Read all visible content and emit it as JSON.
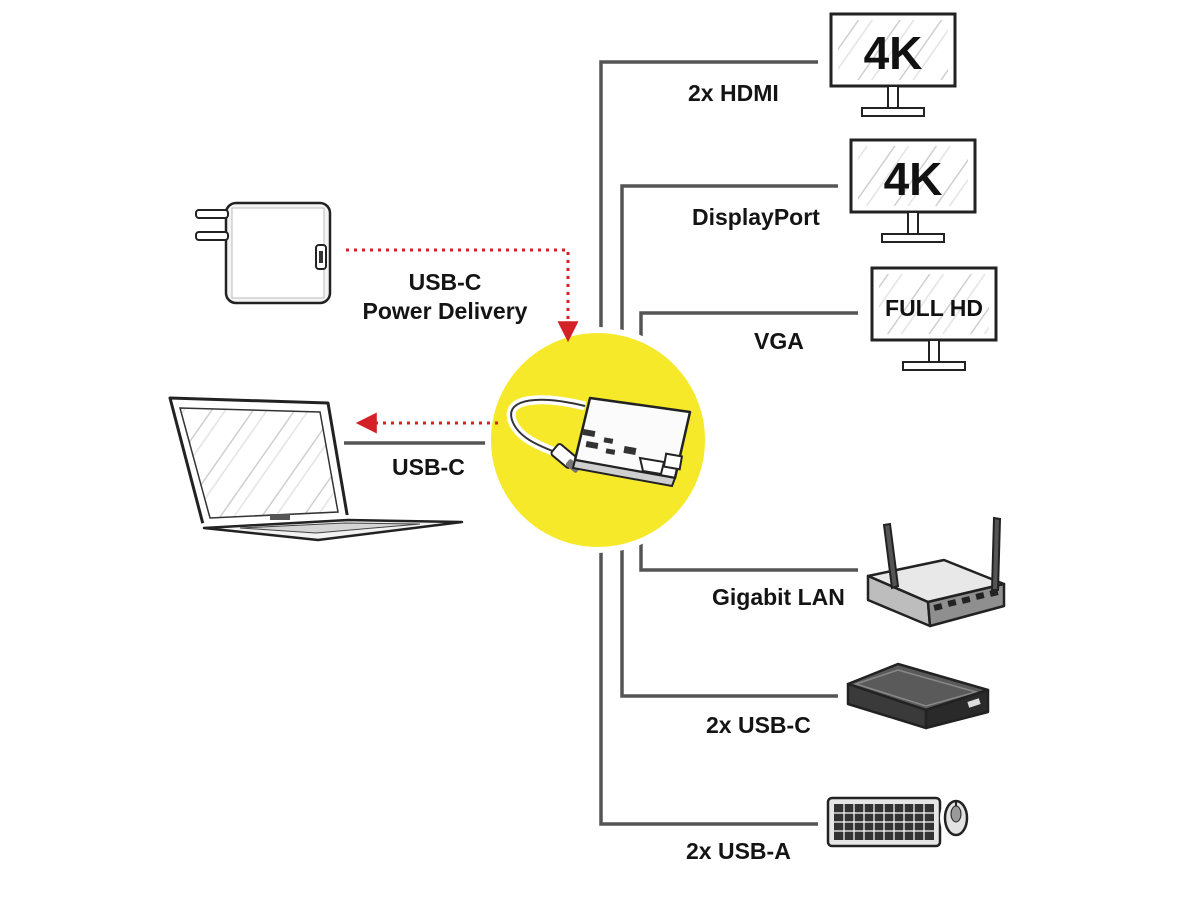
{
  "colors": {
    "hub_circle": "#f5e92a",
    "power_arrow": "#d42027",
    "line": "#555555",
    "outline": "#222222"
  },
  "icons": {
    "charger": "usb-c-charger-icon",
    "laptop": "laptop-icon",
    "hub": "usb-c-hub-icon",
    "monitor": "monitor-icon",
    "router": "router-icon",
    "drive": "external-drive-icon",
    "keyboard": "keyboard-icon",
    "mouse": "mouse-icon"
  },
  "left": {
    "power_label_line1": "USB-C",
    "power_label_line2": "Power Delivery",
    "laptop_label": "USB-C"
  },
  "outputs": {
    "hdmi": {
      "label": "2x HDMI",
      "screen": "4K"
    },
    "displayport": {
      "label": "DisplayPort",
      "screen": "4K"
    },
    "vga": {
      "label": "VGA",
      "screen": "FULL HD"
    },
    "lan": {
      "label": "Gigabit LAN"
    },
    "usbc": {
      "label": "2x USB-C"
    },
    "usba": {
      "label": "2x USB-A"
    }
  }
}
